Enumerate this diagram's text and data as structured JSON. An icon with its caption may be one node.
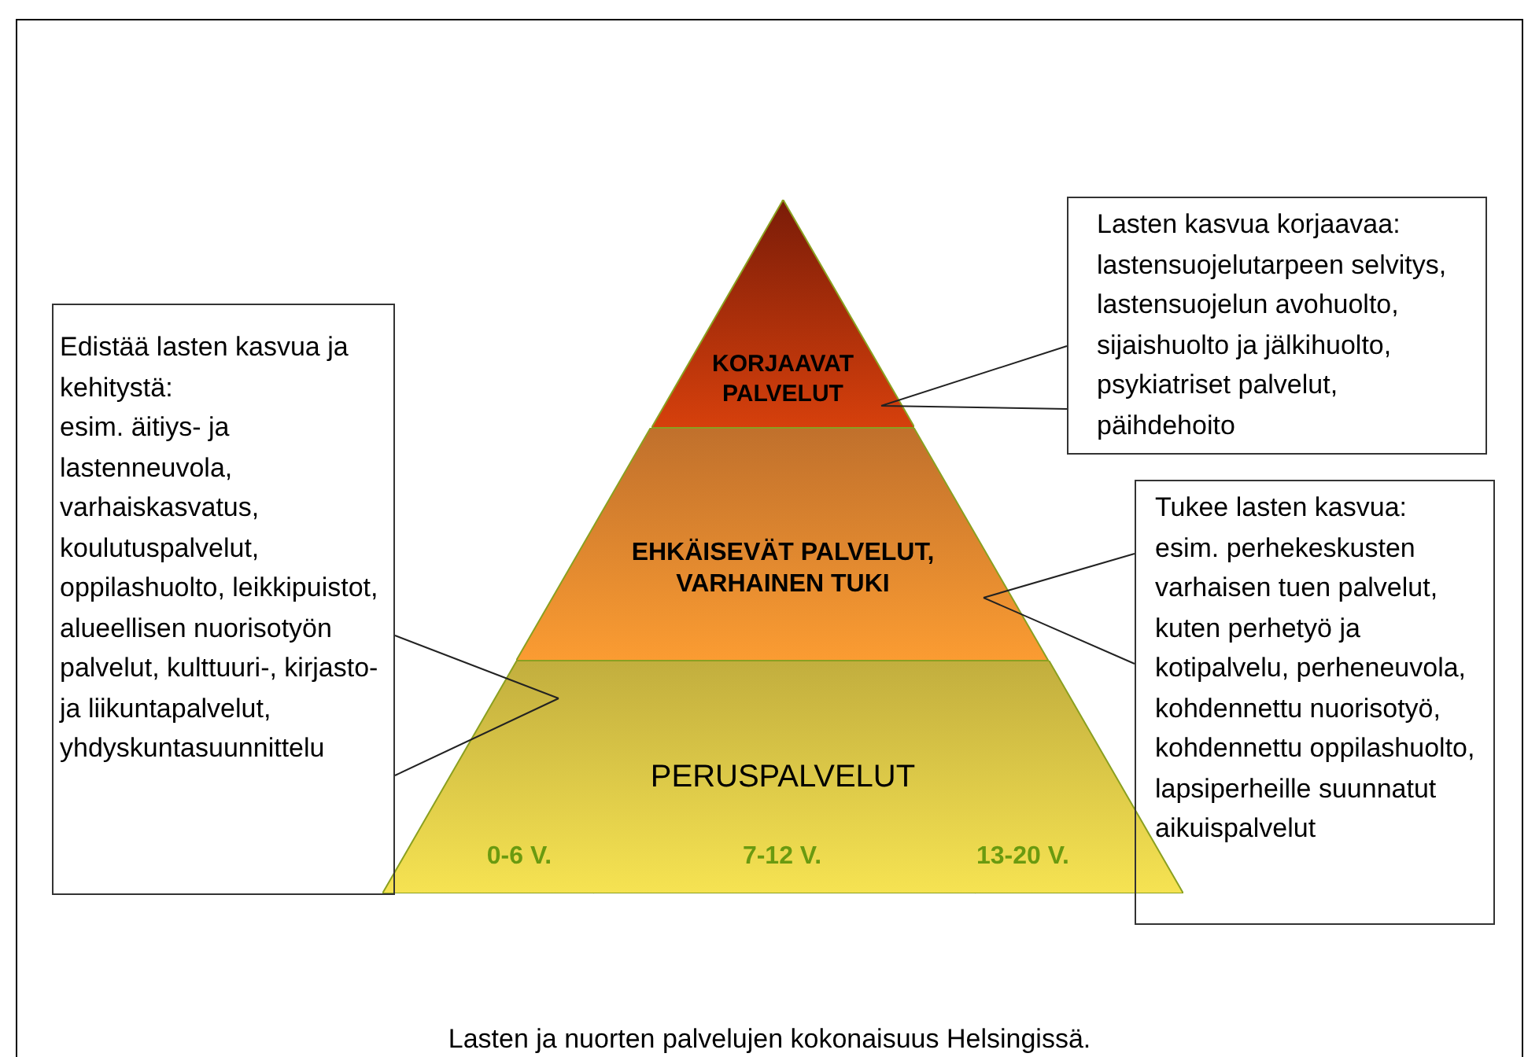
{
  "diagram": {
    "caption": "Lasten ja nuorten palvelujen kokonaisuus Helsingissä.",
    "nodes": [
      {
        "text": [
          "KORJAAVAT PALVELUT"
        ]
      },
      {
        "text": [
          "EHKÄISEVÄT PALVELUT, VARHAINEN TUKI"
        ]
      },
      {
        "text": [
          "PERUSPALVELUT"
        ]
      },
      {
        "text": [
          "Edistää lasten kasvua ja kehitystä:",
          "esim. äitiys- ja lastenneuvola, varhaiskasvatus, koulutuspalvelut, oppilashuolto, leikkipuistot, alueellisen nuorisotyön palvelut, kulttuuri-, kirjasto- ja liikuntapalvelut, yhdyskuntasuunnittelu"
        ]
      },
      {
        "text": [
          "Lasten kasvua korjaavaa:",
          "lastensuojelutarpeen selvitys, lastensuojelun avohuolto, sijaishuolto ja jälkihuolto, psykiatriset palvelut, päihdehoito"
        ]
      },
      {
        "text": [
          "Tukee lasten kasvua:",
          "esim. perhekeskusten varhaisen tuen palvelut, kuten perhetyö ja kotipalvelu, perheneuvola, kohdennettu nuorisotyö, kohdennettu oppilashuolto, lapsiperheille suunnatut aikuispalvelut"
        ]
      }
    ],
    "edges": [
      {
        "from": 3,
        "to": 2,
        "arrow": "none"
      },
      {
        "from": 4,
        "to": 0,
        "arrow": "none"
      },
      {
        "from": 5,
        "to": 1,
        "arrow": "none"
      }
    ],
    "labels": [
      "0-6 V.",
      "7-12 V.",
      "13-20 V."
    ]
  }
}
